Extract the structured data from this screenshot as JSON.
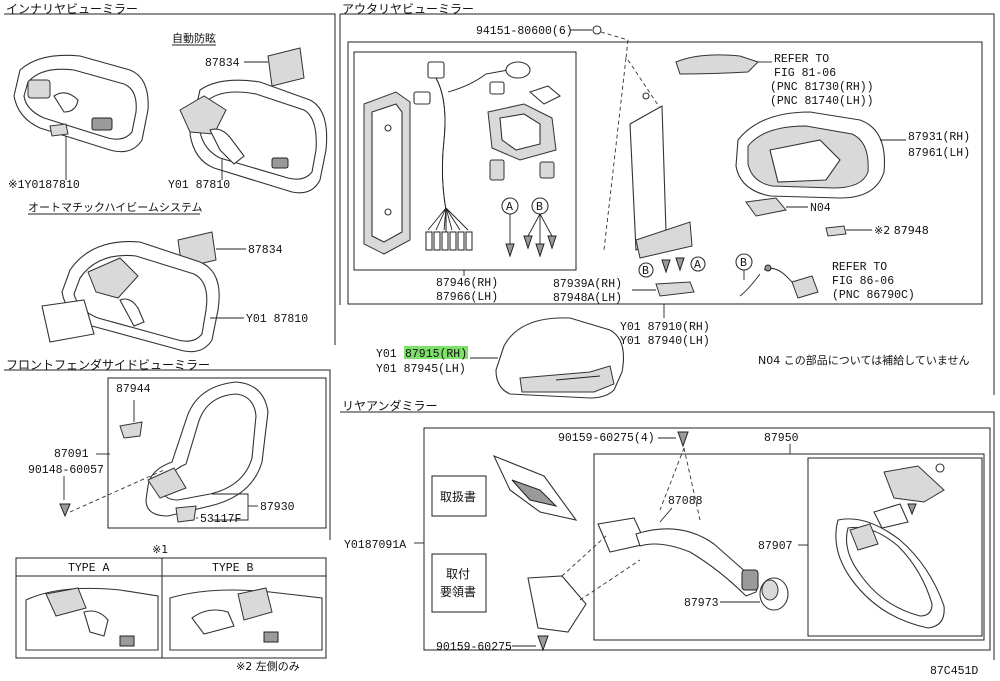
{
  "sections": {
    "inner_mirror": "インナリヤビューミラー",
    "auto_antiglare": "自動防眩",
    "auto_high_beam": "オートマチックハイビームシステム",
    "outer_mirror": "アウタリヤビューミラー",
    "fender_mirror": "フロントフェンダサイドビューミラー",
    "rear_under_mirror": "リヤアンダミラー"
  },
  "labels": {
    "p87834a": "87834",
    "p87834b": "87834",
    "pY01_87810_a": "※1Y0187810",
    "pY01_87810_b": "Y01 87810",
    "pY01_87810_c": "Y01 87810",
    "p94151": "94151-80600(6)",
    "refer1_l1": "REFER TO",
    "refer1_l2": "FIG 81-06",
    "refer1_l3": "(PNC 81730(RH))",
    "refer1_l4": "(PNC 81740(LH))",
    "p87931": "87931(RH)",
    "p87961": "87961(LH)",
    "pN04": "N04",
    "p87948": "※2 87948",
    "refer2_l1": "REFER TO",
    "refer2_l2": "FIG 86-06",
    "refer2_l3": "(PNC 86790C)",
    "p87946": "87946(RH)",
    "p87966": "87966(LH)",
    "p87939A": "87939A(RH)",
    "p87948A": "87948A(LH)",
    "p87910": "Y01 87910(RH)",
    "p87940": "Y01 87940(LH)",
    "p87915_pre": "Y01",
    "p87915_num": "87915(RH)",
    "p87945": "Y01 87945(LH)",
    "n04_note": "N04 この部品については補給していません",
    "p87944": "87944",
    "p87091": "87091",
    "p90148": "90148-60057",
    "p87930": "87930",
    "p53117F": "53117F",
    "p90159_a": "90159-60275(4)",
    "p87950": "87950",
    "p87088": "87088",
    "p87907": "87907",
    "p87973": "87973",
    "p90159_b": "90159-60275",
    "pY01_87091A": "Y0187091A",
    "manual1": "取扱書",
    "manual2_l1": "取付",
    "manual2_l2": "要領書",
    "note1": "※1",
    "typeA": "TYPE A",
    "typeB": "TYPE B",
    "note2": "※2 左側のみ",
    "fig_code": "87C451D",
    "circleA": "A",
    "circleB": "B"
  },
  "colors": {
    "highlight": "#7ee06b",
    "line": "#222222"
  }
}
